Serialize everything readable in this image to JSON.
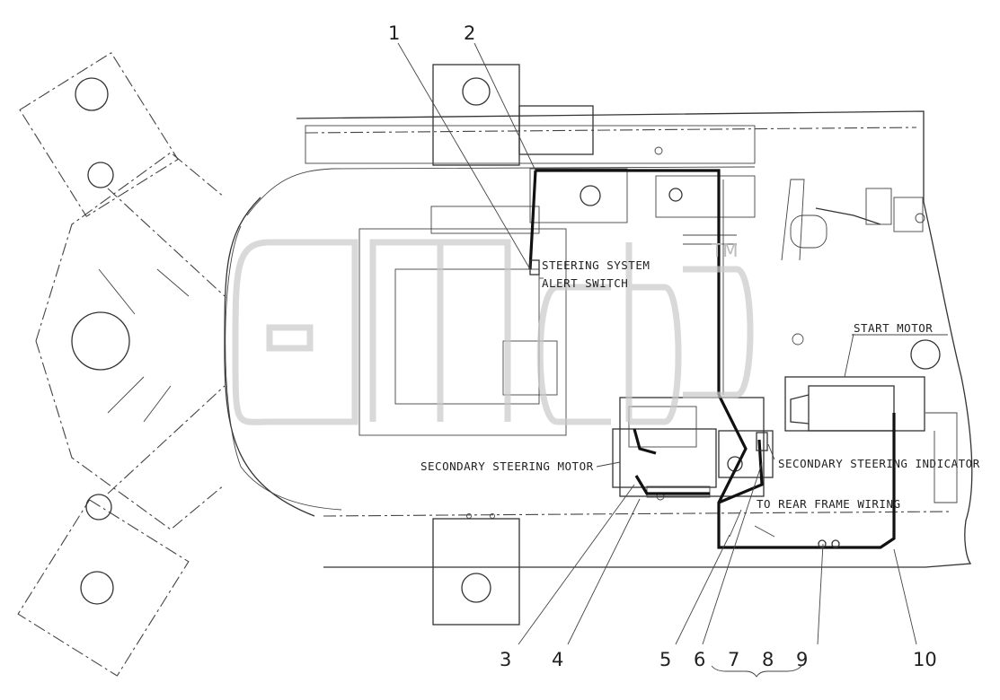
{
  "callouts": [
    {
      "number": "1"
    },
    {
      "number": "2"
    },
    {
      "number": "3"
    },
    {
      "number": "4"
    },
    {
      "number": "5"
    },
    {
      "number": "6"
    },
    {
      "number": "7"
    },
    {
      "number": "8"
    },
    {
      "number": "9"
    },
    {
      "number": "10"
    }
  ],
  "labels": {
    "steering_alert_line1": "STEERING SYSTEM",
    "steering_alert_line2": "ALERT SWITCH",
    "start_motor": "START MOTOR",
    "secondary_steering_motor": "SECONDARY STEERING MOTOR",
    "secondary_steering_indicator": "SECONDARY STEERING INDICATOR",
    "to_rear_frame_wiring": "TO REAR FRAME WIRING"
  },
  "watermark": {
    "text": "SMcb",
    "trademark": "TM"
  },
  "colors": {
    "line": "#333333",
    "watermark": "#c9c9c9",
    "background": "#ffffff"
  }
}
